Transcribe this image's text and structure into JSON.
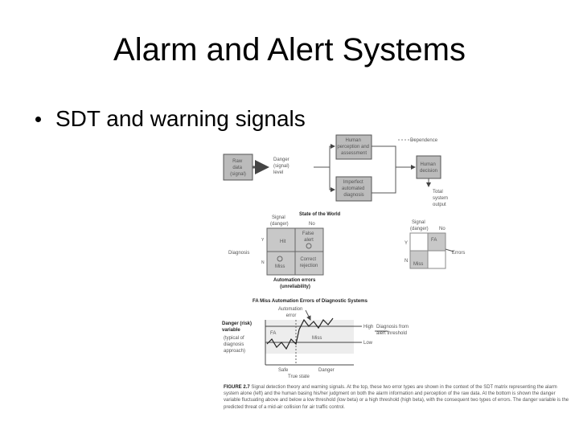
{
  "slide": {
    "title": "Alarm and Alert Systems",
    "bullet": "SDT and warning signals"
  },
  "figure": {
    "top": {
      "raw_data": [
        "Raw",
        "data",
        "(signal)"
      ],
      "danger": [
        "Danger",
        "(signal)",
        "level"
      ],
      "human": [
        "Human",
        "perception and",
        "assessment"
      ],
      "automated": [
        "Imperfect",
        "automated",
        "diagnosis"
      ],
      "dependence": "Dependence",
      "human_decision": [
        "Human",
        "decision"
      ],
      "total_output": [
        "Total",
        "system",
        "output"
      ]
    },
    "matrix": {
      "state_header": "State of the World",
      "signal_label": [
        "Signal",
        "(danger)"
      ],
      "no_label": "No",
      "diagnosis": "Diagnosis",
      "yes_mark": "Y",
      "no_mark": "N",
      "hit": "Hit",
      "false_alert": [
        "False",
        "alert"
      ],
      "miss": "Miss",
      "correct_rejection": [
        "Correct",
        "rejection"
      ],
      "automation_errors": [
        "Automation errors",
        "(unreliability)"
      ]
    },
    "small_matrix": {
      "signal": [
        "Signal",
        "(danger)"
      ],
      "no": "No",
      "y": "Y",
      "n": "N",
      "fa": "FA",
      "miss": "Miss",
      "errors": "Errors"
    },
    "timeline": {
      "title": "FA Miss Automation Errors of Diagnostic Systems",
      "automation_error": [
        "Automation",
        "error"
      ],
      "danger_variable": [
        "Danger (risk)",
        "variable"
      ],
      "typical": [
        "(typical of",
        "diagnosis",
        "approach)"
      ],
      "fa": "FA",
      "miss": "Miss",
      "high": "High",
      "low": "Low",
      "threshold": [
        "Diagnosis from",
        "alert threshold"
      ],
      "safe": "Safe",
      "danger": "Danger",
      "true_state": "True state"
    },
    "caption": {
      "label": "FIGURE 2.7",
      "text": "Signal detection theory and warning signals. At the top, these two error types are shown in the context of the SDT matrix representing the alarm system alone (left) and the human basing his/her judgment on both the alarm information and perception of the raw data. At the bottom is shown the danger variable fluctuating above and below a low threshold (low beta) or a high threshold (high beta), with the consequent two types of errors. The danger variable is the predicted threat of a mid-air collision for air traffic control."
    }
  }
}
